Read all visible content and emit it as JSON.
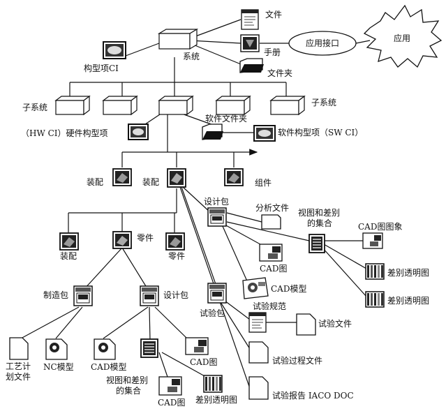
{
  "labels": {
    "system": "系统",
    "config_item_ci": "构型项CI",
    "file": "文件",
    "manual": "手册",
    "folder": "文件夹",
    "app_interface": "应用接口",
    "application": "应用",
    "subsystem_left": "子系统",
    "subsystem_right": "子系统",
    "hw_ci": "（HW CI）硬件构型项",
    "software_folder": "软件文件夹",
    "sw_ci": "软件构型项（SW CI）",
    "assembly_1": "装配",
    "assembly_2": "装配",
    "component": "组件",
    "design_pkg_1": "设计包",
    "analysis_file": "分析文件",
    "view_diff_set_1_line1": "视图和差别",
    "view_diff_set_1_line2": "的集合",
    "cad_image": "CAD图图象",
    "assembly_3": "装配",
    "part_1": "零件",
    "part_2": "零件",
    "cad_drawing_1": "CAD图",
    "diff_transparency_1": "差别透明图",
    "cad_model_1": "CAD模型",
    "diff_transparency_2": "差别透明图",
    "manufacturing_pkg": "制造包",
    "design_pkg_2": "设计包",
    "test_pkg": "试验包",
    "test_spec": "试验规范",
    "test_file": "试验文件",
    "process_plan_line1": "工艺计",
    "process_plan_line2": "划文件",
    "nc_model": "NC模型",
    "cad_model_2": "CAD模型",
    "cad_drawing_2": "CAD图",
    "test_process_file": "试验过程文件",
    "view_diff_set_2_line1": "视图和差别",
    "view_diff_set_2_line2": "的集合",
    "cad_drawing_3": "CAD图",
    "diff_transparency_3": "差别透明图",
    "test_report": "试验报告 IACO DOC"
  },
  "colors": {
    "line": "#111111",
    "box_fill": "#ffffff",
    "dark_fill": "#222222",
    "mid_fill": "#666666",
    "light_fill": "#bbbbbb"
  },
  "icons": [
    "system-box-icon",
    "config-item-icon",
    "file-icon",
    "manual-icon",
    "folder-icon",
    "application-burst-icon",
    "subsystem-box-icon",
    "hardware-ci-icon",
    "software-ci-icon",
    "assembly-icon",
    "part-icon",
    "package-icon",
    "document-icon",
    "cad-drawing-icon",
    "striped-transparency-icon",
    "gear-model-icon",
    "form-list-icon"
  ]
}
